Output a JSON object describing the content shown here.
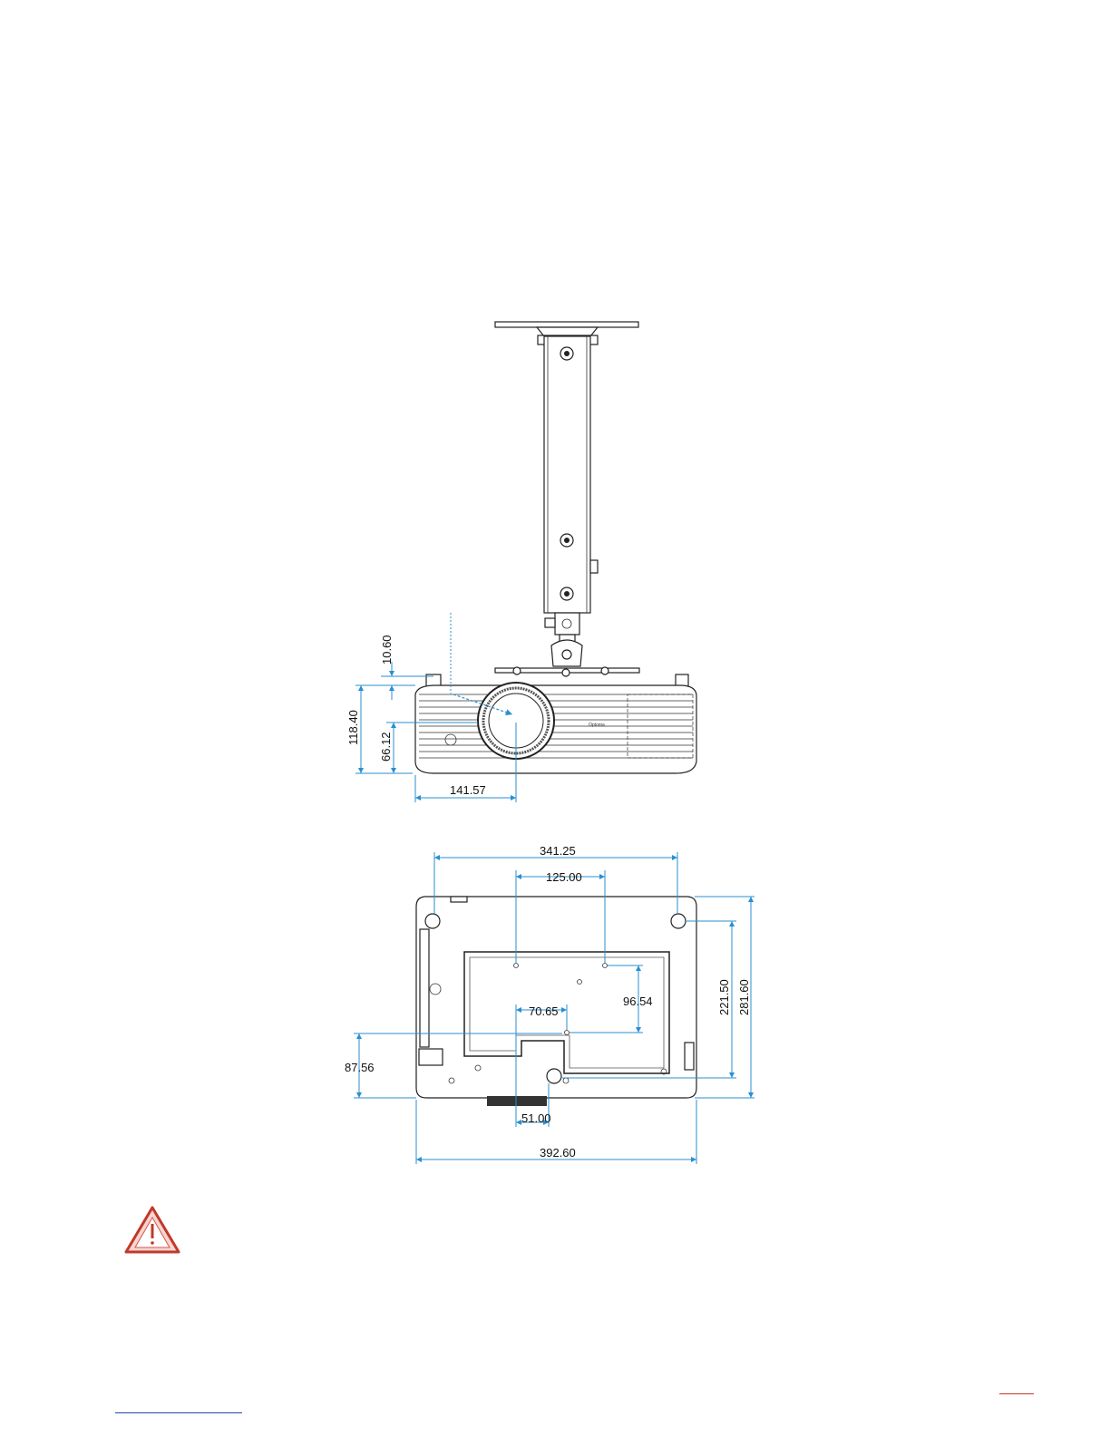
{
  "front_view": {
    "dims": {
      "ceiling_gap": "10.60",
      "height": "118.40",
      "lens_height": "66.12",
      "lens_offset": "141.57"
    }
  },
  "bottom_view": {
    "dims": {
      "feet_span": "341.25",
      "mount_span": "125.00",
      "depth_inner": "221.50",
      "depth_total": "281.60",
      "mount_depth": "96.54",
      "mount_offset": "70.65",
      "front_offset": "87.56",
      "lens_width": "51.00",
      "width_total": "392.60"
    }
  },
  "warning_icon": "warning-triangle-icon",
  "colors": {
    "dimension": "#2a8fd0",
    "warning": "#c0392b",
    "footer_right": "#c0392b",
    "footer_left": "#2346a8"
  }
}
